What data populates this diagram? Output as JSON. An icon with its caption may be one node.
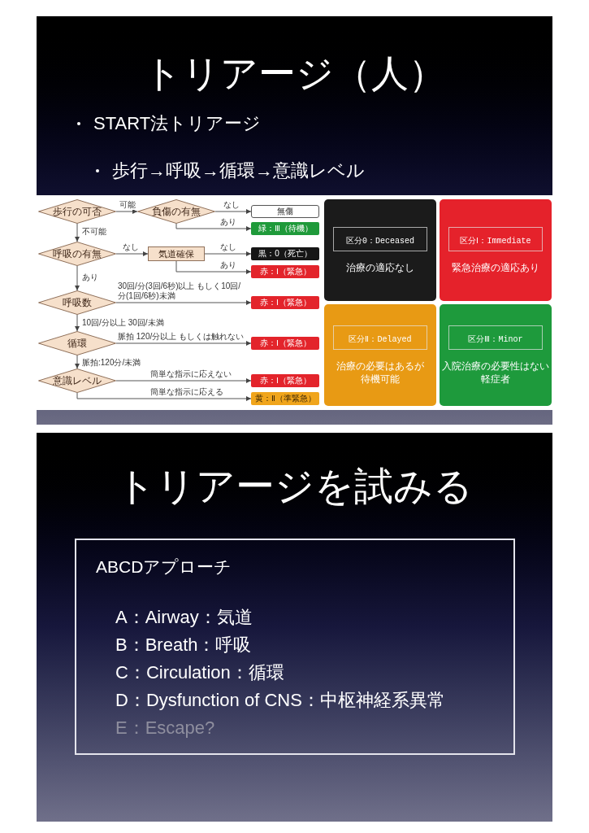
{
  "diagram": {
    "title": "トリアージ（人）",
    "nodes": [
      {
        "text": [
          "歩行の可否"
        ]
      },
      {
        "text": [
          "負傷の有無"
        ]
      },
      {
        "text": [
          "無傷"
        ]
      },
      {
        "text": [
          "緑：Ⅲ（待機）"
        ]
      },
      {
        "text": [
          "呼吸の有無"
        ]
      },
      {
        "text": [
          "気道確保"
        ]
      },
      {
        "text": [
          "黒：0（死亡）"
        ]
      },
      {
        "text": [
          "赤：Ⅰ（緊急）"
        ]
      },
      {
        "text": [
          "呼吸数"
        ]
      },
      {
        "text": [
          "赤：Ⅰ（緊急）"
        ]
      },
      {
        "text": [
          "循環"
        ]
      },
      {
        "text": [
          "赤：Ⅰ（緊急）"
        ]
      },
      {
        "text": [
          "意識レベル"
        ]
      },
      {
        "text": [
          "赤：Ⅰ（緊急）"
        ]
      },
      {
        "text": [
          "黄：Ⅱ（準緊急）"
        ]
      },
      {
        "text": [
          "治療の適応なし"
        ]
      },
      {
        "text": [
          "区分0：Deceased"
        ],
        "in": 15
      },
      {
        "text": [
          "緊急治療の適応あり"
        ]
      },
      {
        "text": [
          "区分Ⅰ：Immediate"
        ],
        "in": 17
      },
      {
        "text": [
          "治療の必要はあるが待機可能"
        ]
      },
      {
        "text": [
          "区分Ⅱ：Delayed"
        ],
        "in": 19
      },
      {
        "text": [
          "入院治療の必要性はない軽症者"
        ]
      },
      {
        "text": [
          "区分Ⅲ：Minor"
        ],
        "in": 21
      },
      {
        "text": [
          "ABCDアプローチ",
          "A：Airway：気道",
          "B：Breath：呼吸",
          "C：Circulation：循環",
          "D：Dysfunction of CNS：中枢神経系異常",
          "E：Escape?"
        ]
      }
    ],
    "edges": [
      {
        "from": 0,
        "to": 1,
        "label": "可能",
        "arrow": "to"
      },
      {
        "from": 0,
        "to": 4,
        "label": "不可能",
        "arrow": "to"
      },
      {
        "from": 1,
        "to": 2,
        "label": "なし",
        "arrow": "to"
      },
      {
        "from": 1,
        "to": 3,
        "label": "あり",
        "arrow": "to"
      },
      {
        "from": 4,
        "to": 5,
        "label": "なし",
        "arrow": "to"
      },
      {
        "from": 4,
        "to": 8,
        "label": "あり",
        "arrow": "to"
      },
      {
        "from": 5,
        "to": 6,
        "label": "なし",
        "arrow": "to"
      },
      {
        "from": 5,
        "to": 7,
        "label": "あり",
        "arrow": "to"
      },
      {
        "from": 8,
        "to": 9,
        "label": "30回/分(3回/6秒)以上 もしく10回/分(1回/6秒)未満",
        "arrow": "to"
      },
      {
        "from": 8,
        "to": 10,
        "label": "10回/分以上 30回/未満",
        "arrow": "to"
      },
      {
        "from": 10,
        "to": 11,
        "label": "脈拍 120/分以上 もしくは触れない",
        "arrow": "to"
      },
      {
        "from": 10,
        "to": 12,
        "label": "脈拍:120分/未満",
        "arrow": "to"
      },
      {
        "from": 12,
        "to": 13,
        "label": "簡単な指示に応えない",
        "arrow": "to"
      },
      {
        "from": 12,
        "to": 14,
        "label": "簡単な指示に応える",
        "arrow": "to"
      }
    ],
    "labels": [
      "START法トリアージ",
      "歩行→呼吸→循環→意識レベル",
      "トリアージを試みる"
    ]
  }
}
